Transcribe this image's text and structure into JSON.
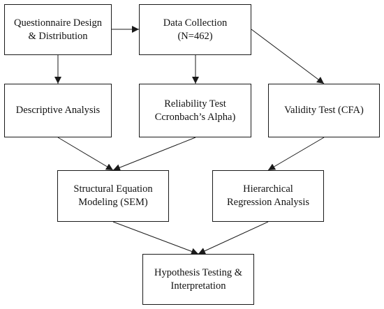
{
  "nodes": {
    "questionnaire": {
      "line1": "Questionnaire Design",
      "line2": "& Distribution"
    },
    "collection": {
      "line1": "Data Collection",
      "line2": "(N=462)"
    },
    "descriptive": {
      "line1": "Descriptive Analysis"
    },
    "reliability": {
      "line1": "Reliability Test",
      "line2": "Ccronbach’s Alpha)"
    },
    "validity": {
      "line1": "Validity Test (CFA)"
    },
    "sem": {
      "line1": "Structural Equation",
      "line2": "Modeling (SEM)"
    },
    "hierarchical": {
      "line1": "Hierarchical",
      "line2": "Regression Analysis"
    },
    "hypothesis": {
      "line1": "Hypothesis Testing &",
      "line2": "Interpretation"
    }
  },
  "edges": [
    {
      "from": "questionnaire",
      "to": "collection"
    },
    {
      "from": "questionnaire",
      "to": "descriptive"
    },
    {
      "from": "collection",
      "to": "reliability"
    },
    {
      "from": "collection",
      "to": "validity"
    },
    {
      "from": "descriptive",
      "to": "sem"
    },
    {
      "from": "reliability",
      "to": "sem"
    },
    {
      "from": "validity",
      "to": "hierarchical"
    },
    {
      "from": "sem",
      "to": "hypothesis"
    },
    {
      "from": "hierarchical",
      "to": "hypothesis"
    }
  ],
  "colors": {
    "stroke": "#1a1a1a",
    "background": "#ffffff",
    "text": "#111111"
  }
}
